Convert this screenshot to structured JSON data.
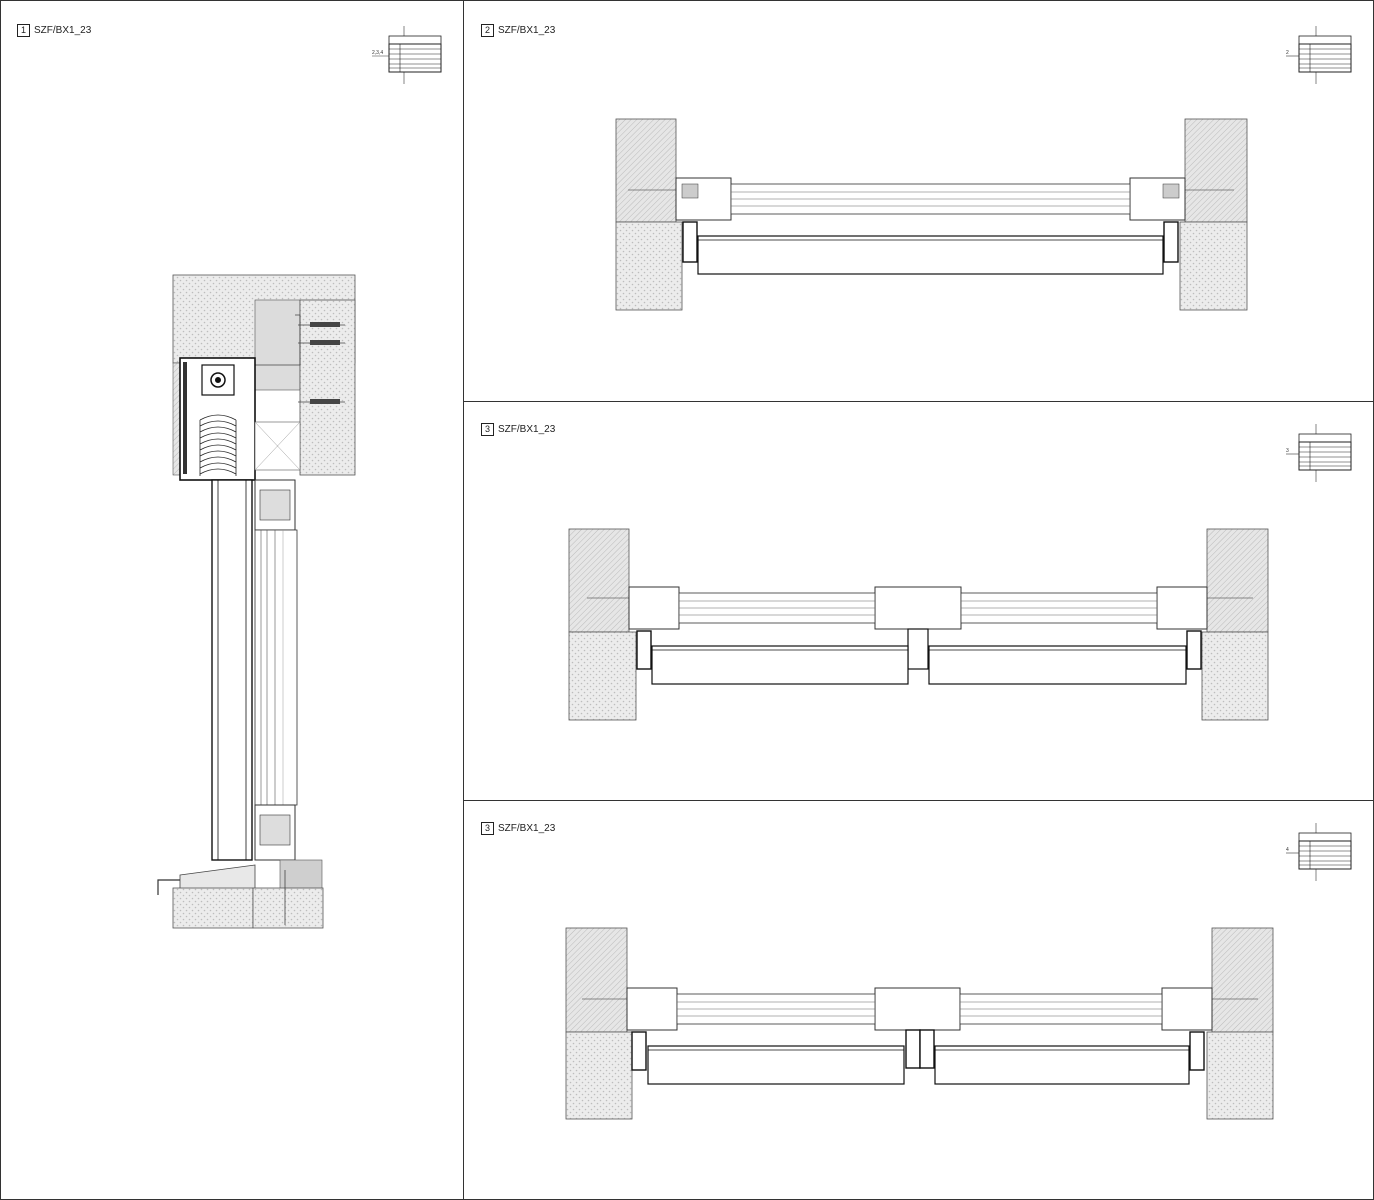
{
  "panels": [
    {
      "id": "panel-1",
      "number": "1",
      "code": "SZF/BX1_23",
      "key_mark": "2,3,4"
    },
    {
      "id": "panel-2",
      "number": "2",
      "code": "SZF/BX1_23",
      "key_mark": "2"
    },
    {
      "id": "panel-3",
      "number": "3",
      "code": "SZF/BX1_23",
      "key_mark": "3"
    },
    {
      "id": "panel-4",
      "number": "3",
      "code": "SZF/BX1_23",
      "key_mark": "4"
    }
  ]
}
